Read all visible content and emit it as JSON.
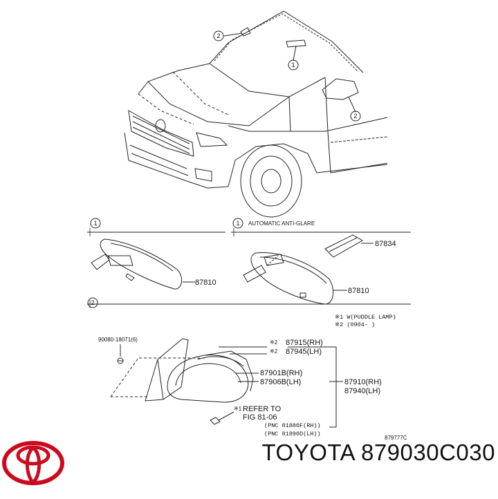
{
  "callouts": {
    "one": "1",
    "two": "2"
  },
  "section_1_header": "AUTOMATIC ANTI-GLARE",
  "parts": {
    "mirror_inner_plain": "87810",
    "mirror_inner_auto": "87810",
    "sensor": "87834",
    "bolt": "90080-18071(6)",
    "cover_rh": "87915(RH)",
    "cover_lh": "87945(LH)",
    "outer_rh": "87901B(RH)",
    "outer_lh": "87906B(LH)",
    "assy_rh": "87910(RH)",
    "assy_lh": "87940(LH)"
  },
  "marks": {
    "m2a": "※2",
    "m2b": "※2",
    "m1": "※1"
  },
  "notes": {
    "note1": "※1 W(PUDDLE LAMP)",
    "note2": "※2 (0904-       )",
    "refer1": "REFER TO",
    "refer2": "FIG 81-06",
    "pnc1": "(PNC 81880F(RH))",
    "pnc2": "(PNC 81890D(LH))"
  },
  "figure_code": "879777C",
  "brand": {
    "name_and_part": "TOYOTA 879030C030",
    "logo_color": "#cc0a1e"
  }
}
